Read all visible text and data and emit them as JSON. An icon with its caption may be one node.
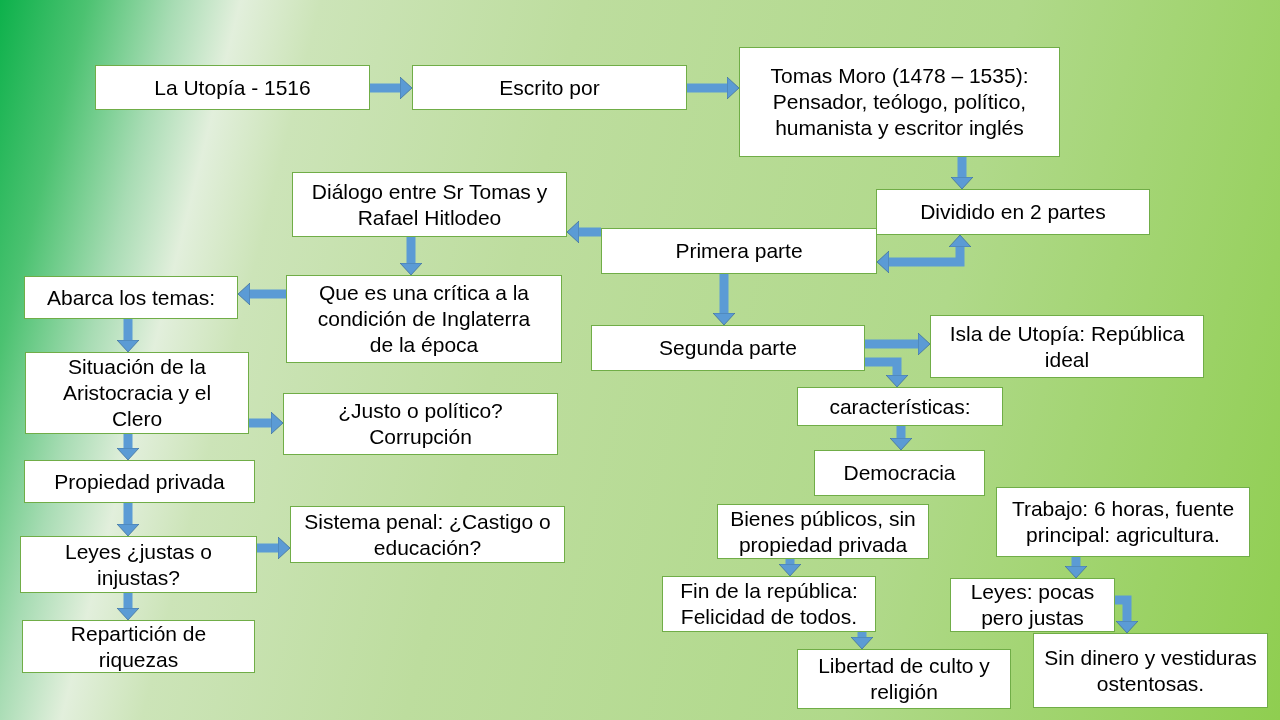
{
  "diagram": {
    "nodes": [
      {
        "text": [
          "La Utopía - 1516"
        ]
      },
      {
        "text": [
          "Escrito por"
        ]
      },
      {
        "text": [
          "Tomas Moro (1478 – 1535): Pensador, teólogo, político, humanista y escritor inglés"
        ]
      },
      {
        "text": [
          "Dividido en 2 partes"
        ]
      },
      {
        "text": [
          "Diálogo entre Sr Tomas y Rafael Hitlodeo"
        ]
      },
      {
        "text": [
          "Primera parte"
        ]
      },
      {
        "text": [
          "Que es una crítica a la condición de Inglaterra de la época"
        ]
      },
      {
        "text": [
          "Abarca los temas:"
        ]
      },
      {
        "text": [
          "Segunda parte"
        ]
      },
      {
        "text": [
          "Isla de Utopía: República ideal"
        ]
      },
      {
        "text": [
          "Situación de la Aristocracia y el Clero"
        ]
      },
      {
        "text": [
          "¿Justo o político? Corrupción"
        ]
      },
      {
        "text": [
          "características:"
        ]
      },
      {
        "text": [
          "Propiedad privada"
        ]
      },
      {
        "text": [
          "Democracia"
        ]
      },
      {
        "text": [
          "Trabajo: 6 horas, fuente principal: agricultura."
        ]
      },
      {
        "text": [
          "Bienes públicos, sin propiedad privada"
        ]
      },
      {
        "text": [
          "Sistema penal: ¿Castigo o educación?"
        ]
      },
      {
        "text": [
          "Leyes ¿justas o injustas?"
        ]
      },
      {
        "text": [
          "Fin de la república: Felicidad de todos."
        ]
      },
      {
        "text": [
          "Leyes: pocas pero justas"
        ]
      },
      {
        "text": [
          "Libertad de culto y religión"
        ]
      },
      {
        "text": [
          "Repartición de riquezas"
        ]
      },
      {
        "text": [
          "Sin dinero y vestiduras ostentosas."
        ]
      }
    ],
    "edges": [
      {
        "from": 0,
        "to": 1,
        "arrow": "to"
      },
      {
        "from": 1,
        "to": 2,
        "arrow": "to"
      },
      {
        "from": 2,
        "to": 3,
        "arrow": "to"
      },
      {
        "from": 3,
        "to": 5,
        "arrow": "both"
      },
      {
        "from": 5,
        "to": 4,
        "arrow": "to"
      },
      {
        "from": 4,
        "to": 6,
        "arrow": "to"
      },
      {
        "from": 6,
        "to": 7,
        "arrow": "to"
      },
      {
        "from": 5,
        "to": 8,
        "arrow": "to"
      },
      {
        "from": 8,
        "to": 9,
        "arrow": "to"
      },
      {
        "from": 8,
        "to": 12,
        "arrow": "to"
      },
      {
        "from": 12,
        "to": 14,
        "arrow": "to"
      },
      {
        "from": 7,
        "to": 10,
        "arrow": "to"
      },
      {
        "from": 10,
        "to": 11,
        "arrow": "to"
      },
      {
        "from": 10,
        "to": 13,
        "arrow": "to"
      },
      {
        "from": 13,
        "to": 18,
        "arrow": "to"
      },
      {
        "from": 18,
        "to": 17,
        "arrow": "to"
      },
      {
        "from": 18,
        "to": 22,
        "arrow": "to"
      },
      {
        "from": 16,
        "to": 19,
        "arrow": "to"
      },
      {
        "from": 19,
        "to": 21,
        "arrow": "to"
      },
      {
        "from": 15,
        "to": 20,
        "arrow": "to"
      },
      {
        "from": 20,
        "to": 23,
        "arrow": "to"
      }
    ]
  }
}
